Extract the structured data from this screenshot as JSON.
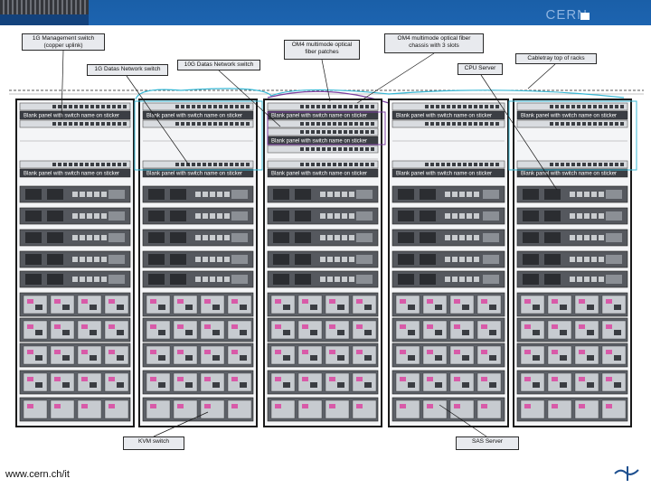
{
  "header": {
    "org": "CERN"
  },
  "diagram": {
    "callouts": {
      "mgmt_switch": "1G Management switch (copper uplink)",
      "data_switch_1g": "1G Datas Network switch",
      "data_switch_10g": "10G Datas Network switch",
      "om4_patches": "OM4 multimode optical fiber patches",
      "om4_chassis": "OM4 multimode optical fiber chassis with 3 slots",
      "cabletray": "Cabletray top of racks",
      "cpu_server": "CPU Server",
      "kvm_switch": "KVM switch",
      "sas_server": "SAS Server"
    },
    "blank_panel_label": "Blank panel with switch name on sticker"
  },
  "footer": {
    "url": "www.cern.ch/it"
  }
}
